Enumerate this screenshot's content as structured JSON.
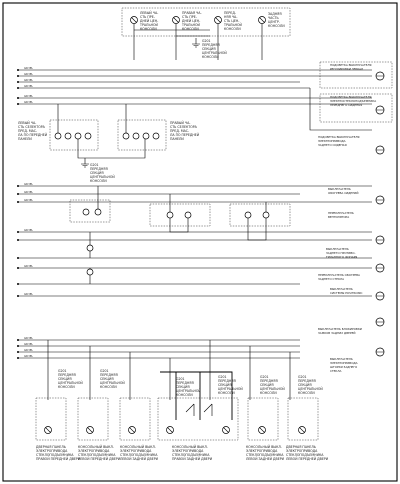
{
  "diagram": {
    "top_lamp_groups": [
      {
        "text": [
          "ЛЕВЫЙ ЧА-",
          "СТЬ ПРЕ-",
          "ДНЕЙ ЦЕН-",
          "ТРАЛЬНОЙ",
          "КОНСОЛИ"
        ]
      },
      {
        "text": [
          "ПРАВАЯ ЧА-",
          "СТЬ ПРЕ-",
          "ДНЕЙ ЦЕН-",
          "ТРАЛЬНОЙ",
          "КОНСОЛИ"
        ]
      },
      {
        "text": [
          "ПЕРЕД-",
          "НЯЯ ЧА-",
          "СТЬ ЦЕН-",
          "ТРАЛЬНОЙ",
          "КОНСОЛИ"
        ]
      },
      {
        "text": [
          "ЗАДНЯЯ",
          "ЧАСТЬ",
          "ЦЕНТР.",
          "КОНСОЛИ"
        ]
      }
    ],
    "top_ground_label": [
      "G201",
      "ПЕРЕДНЯЯ",
      "СЕКЦИЯ",
      "ЦЕНТРАЛЬНОЙ",
      "КОНСОЛИ"
    ],
    "left_block_1": [
      "ЛЕВЫЙ ЧА-",
      "СТЬ СЕЛЕКТОРА",
      "ПРЕД. МАС-",
      "ЛА ПО ПЕРЕДНЕЙ",
      "ПАНЕЛИ"
    ],
    "left_block_2": [
      "ПРАВЫЙ ЧА-",
      "СТЬ СЕЛЕКТОРА",
      "ПРЕД. МАС-",
      "ЛА ПО ПЕРЕДНЕЙ",
      "ПАНЕЛИ"
    ],
    "mid_ground": [
      "G201",
      "ПЕРЕДНЯЯ",
      "СЕКЦИЯ",
      "ЦЕНТРАЛЬНОЙ",
      "КОНСОЛИ"
    ],
    "right_labels": [
      [
        "ПОДСВЕТКА ВЫКЛЮЧАТЕЛЯ",
        "РЕГУЛИРОВКИ ЗЕРКАЛ"
      ],
      [
        "ПОДСВЕТКА ВЫКЛЮЧАТЕЛЯ",
        "ЭЛЕКТРОСТЕКЛОПОДЪЕМНИКА",
        "ПЕРЕДНЕГО СИДЕНЬЯ"
      ],
      [
        "ПОДСВЕТКА ВЫКЛЮЧАТЕЛЯ",
        "ЭЛЕКТРОПРИВОДА",
        "ЗАДНЕГО СИДЕНЬЯ"
      ],
      [
        "ВЫКЛЮЧАТЕЛЬ",
        "ОБОГРЕВА СИДЕНИЙ"
      ],
      [
        "ПЕРЕКЛЮЧАТЕЛЬ",
        "ВЕНТИЛЯТОРА"
      ],
      [
        "ВЫКЛЮЧАТЕЛЬ",
        "ЗАДНЕГО ПРОТИВО-",
        "ТУМАННОГО ФОНАРЯ"
      ],
      [
        "ПЕРЕКЛЮЧАТЕЛЬ ОБОГРЕВА",
        "ЗАДНЕГО СТЕКЛА"
      ],
      [
        "ВЫКЛЮЧАТЕЛЬ",
        "СИСТЕМЫ POSITRONIC"
      ],
      [
        "ВЫКЛЮЧАТЕЛЬ БЛОКИРОВКИ",
        "ЗАМКОВ ЗАДНИХ ДВЕРЕЙ"
      ],
      [
        "ВЫКЛЮЧАТЕЛЬ",
        "ЭЛЕКТРОПРИВОДА",
        "ШТОРКИ ЗАДНЕГО",
        "СТЕКЛА"
      ]
    ],
    "left_wire_labels": [
      "GR-YEL",
      "GR-YEL",
      "GR-YEL",
      "GR-YEL",
      "GR-YEL",
      "GR-YEL",
      "GR-YEL",
      "GR-YEL",
      "GR-YEL",
      "GR-YEL",
      "GR-YEL",
      "GR-YEL",
      "GR-YEL",
      "GR-YEL",
      "GR-YEL",
      "GR-YEL"
    ],
    "bottom_grounds": [
      [
        "G201",
        "ПЕРЕДНЯЯ",
        "СЕКЦИЯ",
        "ЦЕНТРАЛЬНОЙ",
        "КОНСОЛИ"
      ],
      [
        "G201",
        "ПЕРЕДНЯЯ",
        "СЕКЦИЯ",
        "ЦЕНТРАЛЬНОЙ",
        "КОНСОЛИ"
      ],
      [
        "G201",
        "ПЕРЕДНЯЯ",
        "СЕКЦИЯ",
        "ЦЕНТРАЛЬНОЙ",
        "КОНСОЛИ"
      ],
      [
        "G201",
        "ПЕРЕДНЯЯ",
        "СЕКЦИЯ",
        "ЦЕНТРАЛЬНОЙ",
        "КОНСОЛИ"
      ],
      [
        "G201",
        "ПЕРЕДНЯЯ",
        "СЕКЦИЯ",
        "ЦЕНТРАЛЬНОЙ",
        "КОНСОЛИ"
      ],
      [
        "G201",
        "ПЕРЕДНЯЯ",
        "СЕКЦИЯ",
        "ЦЕНТРАЛЬНОЙ",
        "КОНСОЛИ"
      ]
    ],
    "bottom_switches": [
      [
        "ДВЕРНАЯ ПАНЕЛЬ",
        "ЭЛЕКТРОПРИВОДА",
        "СТЕКЛОПОДЪЕМНИКА",
        "ПРАВОЙ ПЕРЕДНЕЙ ДВЕРИ"
      ],
      [
        "КОНСОЛЬНЫЙ ВЫКЛ.",
        "ЭЛЕКТРОПРИВОДА",
        "СТЕКЛОПОДЪЕМНИКА",
        "ЛЕВОЙ ПЕРЕДНЕЙ ДВЕРИ"
      ],
      [
        "КОНСОЛЬНЫЙ ВЫКЛ.",
        "ЭЛЕКТРОПРИВОДА",
        "СТЕКЛОПОДЪЕМНИКА",
        "ЛЕВОЙ ЗАДНЕЙ ДВЕРИ"
      ],
      [
        "КОНСОЛЬНЫЙ ВЫКЛ.",
        "ЭЛЕКТРОПРИВОДА",
        "СТЕКЛОПОДЪЕМНИКА",
        "ПРАВОЙ ЗАДНЕЙ ДВЕРИ"
      ],
      [
        "КОНСОЛЬНЫЙ ВЫКЛ.",
        "ЭЛЕКТРОПРИВОДА",
        "СТЕКЛОПОДЪЕМНИКА",
        "ЛЕВОЙ ЗАДНЕЙ ДВЕРИ"
      ],
      [
        "ДВЕРНАЯ ПАНЕЛЬ",
        "ЭЛЕКТРОПРИВОДА",
        "СТЕКЛОПОДЪЕМНИКА",
        "ЛЕВОЙ ПЕРЕДНЕЙ ДВЕРИ"
      ]
    ]
  }
}
